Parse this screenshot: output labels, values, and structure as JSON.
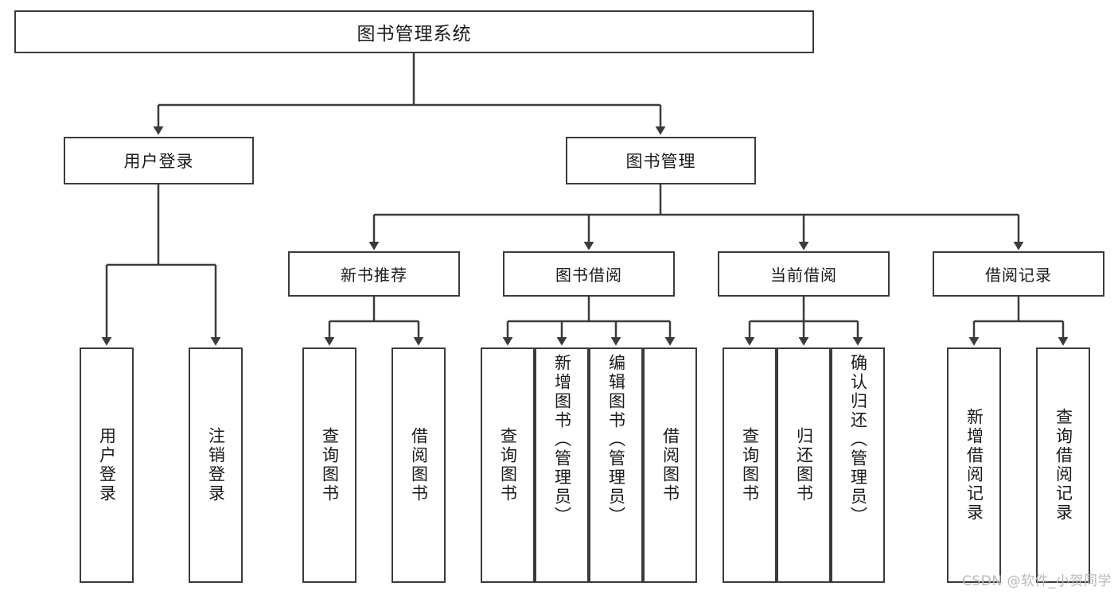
{
  "diagram": {
    "title": "图书管理系统",
    "watermark": "CSDN @软件_小贺同学",
    "line_color": "#3b3b3b",
    "box_fill": "#ffffff",
    "text_color": "#1a1a1a",
    "watermark_color": "#b9b9b9",
    "root": {
      "label": "图书管理系统"
    },
    "level1": [
      {
        "label": "用户登录"
      },
      {
        "label": "图书管理"
      }
    ],
    "level2": [
      {
        "label": "新书推荐"
      },
      {
        "label": "图书借阅"
      },
      {
        "label": "当前借阅"
      },
      {
        "label": "借阅记录"
      }
    ],
    "leaves": {
      "user_login": [
        {
          "label": "用户登录"
        },
        {
          "label": "注销登录"
        }
      ],
      "new_book": [
        {
          "label": "查询图书"
        },
        {
          "label": "借阅图书"
        }
      ],
      "book_borrow": [
        {
          "label": "查询图书"
        },
        {
          "label": "新增图书（管理员）"
        },
        {
          "label": "编辑图书（管理员）"
        },
        {
          "label": "借阅图书"
        }
      ],
      "current_borrow": [
        {
          "label": "查询图书"
        },
        {
          "label": "归还图书"
        },
        {
          "label": "确认归还（管理员）"
        }
      ],
      "borrow_record": [
        {
          "label": "新增借阅记录"
        },
        {
          "label": "查询借阅记录"
        }
      ]
    }
  }
}
